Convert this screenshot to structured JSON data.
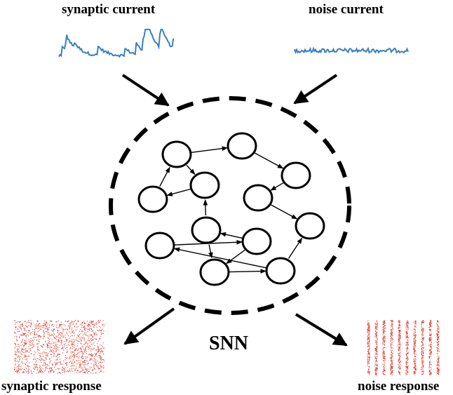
{
  "labels": {
    "synaptic_current": "synaptic current",
    "noise_current": "noise current",
    "network": "SNN",
    "synaptic_response": "synaptic response",
    "noise_response": "noise response"
  },
  "colors": {
    "trace": "#3b7fc0",
    "spikes": "#e0392b",
    "ink": "#000000"
  },
  "network": {
    "neuron_count": 12,
    "neurons": [
      "n1",
      "n2",
      "n3",
      "n4",
      "n5",
      "n6",
      "n7",
      "n8",
      "n9",
      "n10",
      "n11",
      "n12"
    ],
    "connections": [
      [
        "n1",
        "n2"
      ],
      [
        "n2",
        "n3"
      ],
      [
        "n1",
        "n5"
      ],
      [
        "n4",
        "n1"
      ],
      [
        "n5",
        "n4"
      ],
      [
        "n3",
        "n6"
      ],
      [
        "n6",
        "n7"
      ],
      [
        "n10",
        "n9"
      ],
      [
        "n12",
        "n10"
      ],
      [
        "n11",
        "n12"
      ],
      [
        "n9",
        "n8"
      ],
      [
        "n8",
        "n5"
      ],
      [
        "n8",
        "n11"
      ],
      [
        "n9",
        "n11"
      ],
      [
        "n12",
        "n7"
      ]
    ]
  }
}
